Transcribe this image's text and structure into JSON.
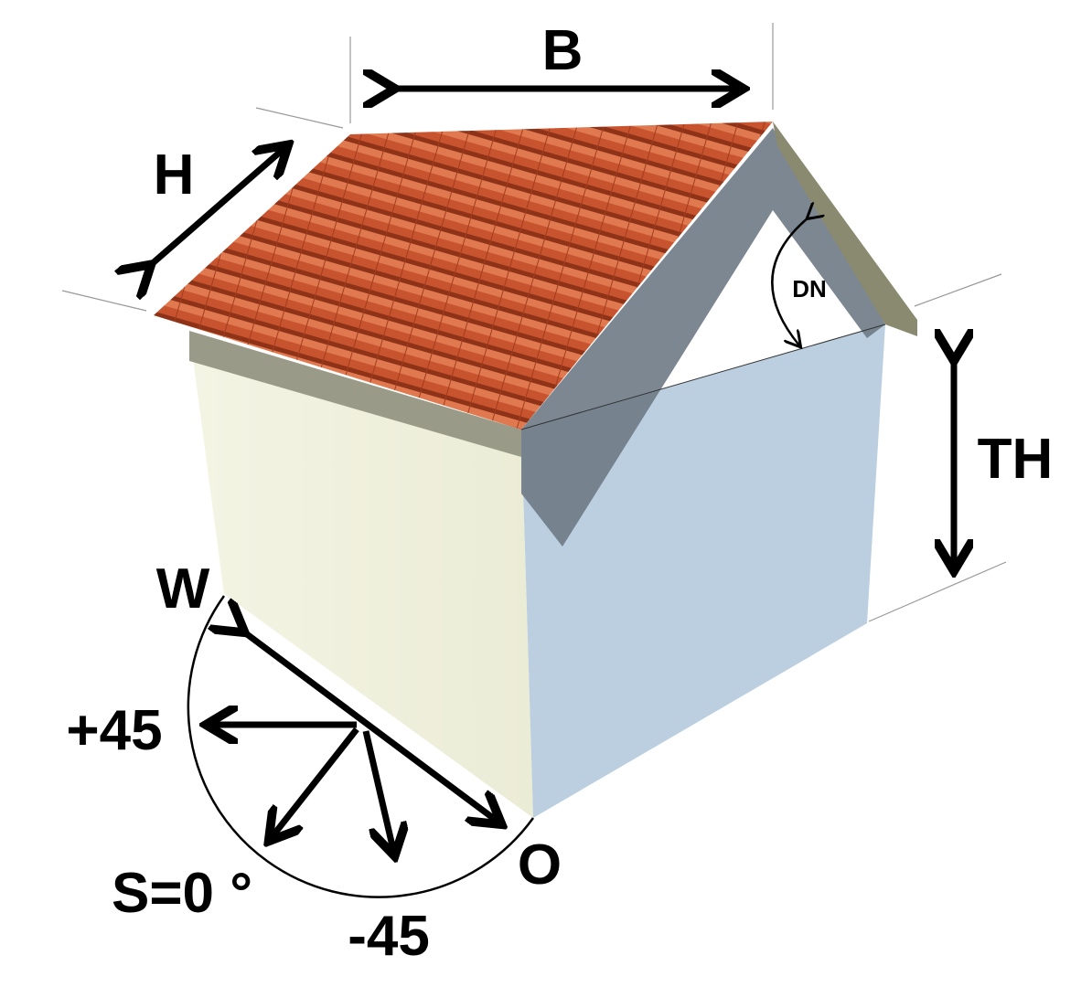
{
  "labels": {
    "width": "B",
    "depth": "H",
    "roof_pitch": "DN",
    "eave_height": "TH",
    "west": "W",
    "plus45": "+45",
    "south": "S=0 °",
    "minus45": "-45",
    "east": "O"
  },
  "colors": {
    "roof": "#c8532f",
    "left_wall": "#f2f2e0",
    "right_wall": "#bccfe0",
    "gable_shadow": "#6e7a85",
    "eave": "#9a9a88"
  }
}
